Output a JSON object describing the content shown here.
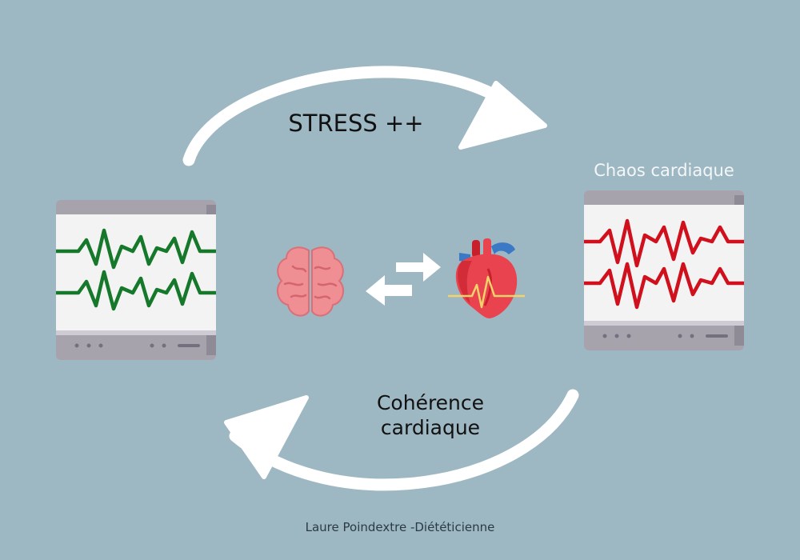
{
  "labels": {
    "top": "STRESS ++",
    "right_title": "Chaos cardiaque",
    "bottom_line1": "Cohérence",
    "bottom_line2": "cardiaque",
    "footer": "Laure Poindextre -Diététicienne"
  },
  "colors": {
    "background": "#9db8c3",
    "arrow": "#ffffff",
    "monitor_frame": "#a7a3ad",
    "monitor_screen": "#f3f3f3",
    "trace_calm": "#16782a",
    "trace_chaos": "#d0101c"
  },
  "icons": {
    "left_monitor": "ecg-monitor-icon",
    "right_monitor": "ecg-monitor-icon",
    "brain": "brain-icon",
    "heart": "heart-icon",
    "exchange": "exchange-arrows-icon"
  }
}
